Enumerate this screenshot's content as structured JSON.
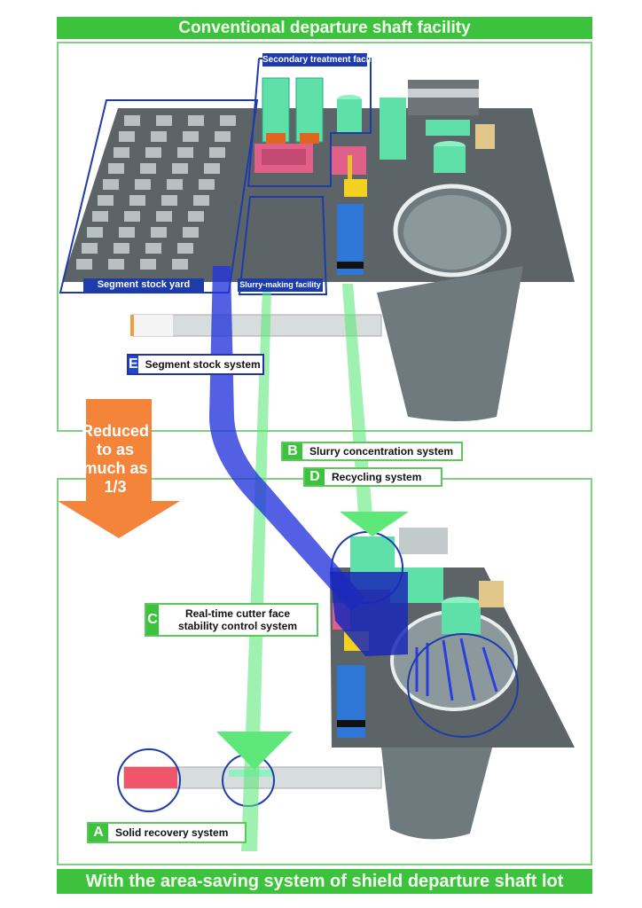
{
  "header": {
    "title": "Conventional departure shaft facility"
  },
  "footer": {
    "title": "With the area-saving system of shield departure shaft lot"
  },
  "facility_tags": {
    "secondary_treatment": "Secondary treatment facility",
    "segment_stock_yard": "Segment stock yard",
    "slurry_making": "Slurry-making facility"
  },
  "reduction_arrow": {
    "text_lines": [
      "Reduced",
      "to as",
      "much as",
      "1/3"
    ]
  },
  "systems": [
    {
      "letter": "A",
      "label": "Solid recovery system"
    },
    {
      "letter": "B",
      "label": "Slurry concentration system"
    },
    {
      "letter": "C",
      "label": "Real-time cutter face stability control system"
    },
    {
      "letter": "D",
      "label": "Recycling system"
    },
    {
      "letter": "E",
      "label": "Segment stock system"
    }
  ],
  "colors": {
    "banner_green": "#3cc23c",
    "panel_border": "#7fd07f",
    "tag_blue": "#1d3caa",
    "arrow_orange": "#f3843a",
    "flow_blue": "#2233dd",
    "flow_green": "#55e06a"
  }
}
